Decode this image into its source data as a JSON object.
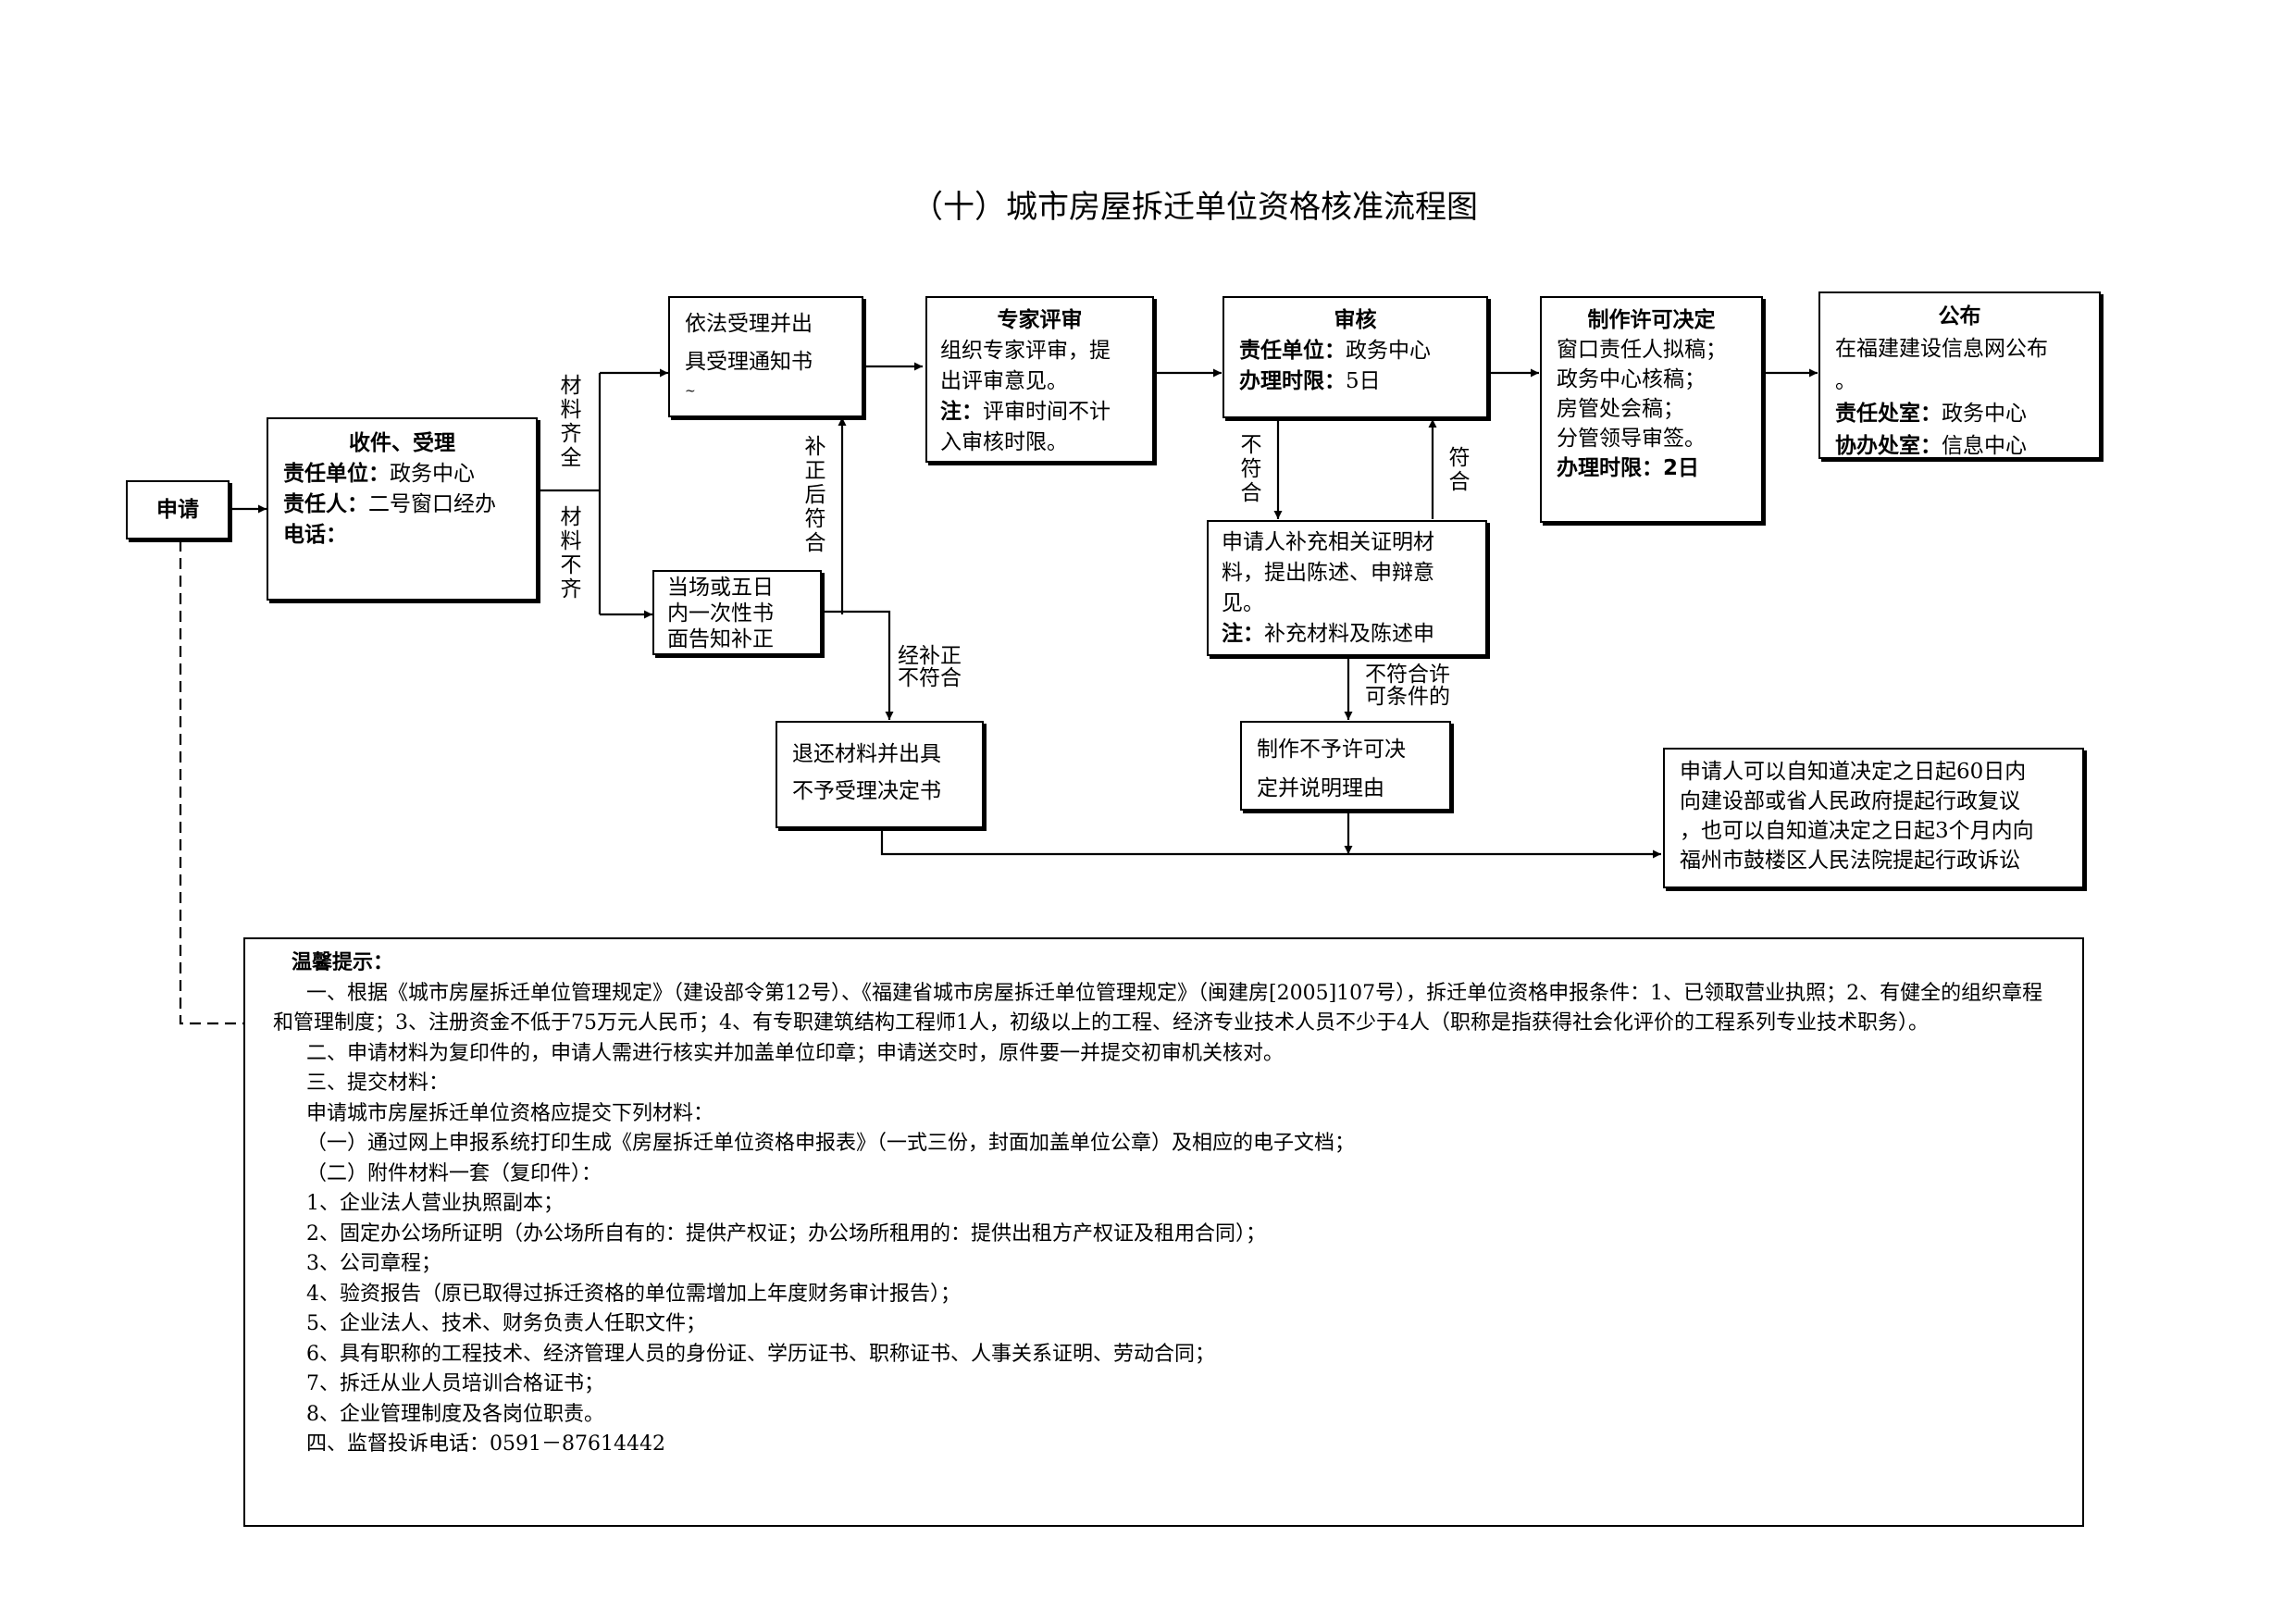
{
  "title": "（十）城市房屋拆迁单位资格核准流程图",
  "nodes": {
    "apply": "申请",
    "receive": {
      "head": "收件、受理",
      "unit_label": "责任单位：",
      "unit": "政务中心",
      "person_label": "责任人：",
      "person": "二号窗口经办",
      "phone_label": "电话：",
      "phone": ""
    },
    "accept": {
      "l1": "依法受理并出",
      "l2": "具受理通知书",
      "l3": "~"
    },
    "supplement": {
      "l1": "当场或五日",
      "l2": "内一次性书",
      "l3": "面告知补正"
    },
    "reject": {
      "l1": "退还材料并出具",
      "l2": "不予受理决定书"
    },
    "expert": {
      "head": "专家评审",
      "l1": "组织专家评审，提",
      "l2": "出评审意见。",
      "note_label": "注：",
      "note1": "评审时间不计",
      "note2": "入审核时限。"
    },
    "review": {
      "head": "审核",
      "unit_label": "责任单位：",
      "unit": "政务中心",
      "time_label": "办理时限：",
      "time": "5日"
    },
    "appeal": {
      "l1": "申请人补充相关证明材",
      "l2": "料，提出陈述、申辩意",
      "l3": "见。",
      "note_label": "注：",
      "note": "补充材料及陈述申"
    },
    "deny": {
      "l1": "制作不予许可决",
      "l2": "定并说明理由"
    },
    "decision": {
      "head": "制作许可决定",
      "l1": "窗口责任人拟稿；",
      "l2": "政务中心核稿；",
      "l3": "房管处会稿；",
      "l4": "分管领导审签。",
      "time_label": "办理时限：",
      "time": "2日"
    },
    "publish": {
      "head": "公布",
      "l1": "在福建建设信息网公布",
      "l2": "。",
      "office_label": "责任处室：",
      "office": "政务中心",
      "assist_label": "协办处室：",
      "assist": "信息中心"
    },
    "remedy": {
      "l1": "申请人可以自知道决定之日起60日内",
      "l2": "向建设部或省人民政府提起行政复议",
      "l3": "，也可以自知道决定之日起3个月内向",
      "l4": "福州市鼓楼区人民法院提起行政诉讼"
    }
  },
  "edge_labels": {
    "complete": "材料齐全",
    "incomplete": "材料不齐",
    "corrected_ok": "补正后符合",
    "corrected_fail_1": "经补正",
    "corrected_fail_2": "不符合",
    "not_ok": "不符合",
    "ok": "符合",
    "not_meet_1": "不符合许",
    "not_meet_2": "可条件的"
  },
  "notes": {
    "title": "温馨提示：",
    "p1": "一、根据《城市房屋拆迁单位管理规定》（建设部令第12号）、《福建省城市房屋拆迁单位管理规定》（闽建房[2005]107号），拆迁单位资格申报条件：1、已领取营业执照；2、有健全的组织章程和管理制度；3、注册资金不低于75万元人民币；4、有专职建筑结构工程师1人，初级以上的工程、经济专业技术人员不少于4人（职称是指获得社会化评价的工程系列专业技术职务）。",
    "p2": "二、申请材料为复印件的，申请人需进行核实并加盖单位印章；申请送交时，原件要一并提交初审机关核对。",
    "p3": "三、提交材料：",
    "p4": "申请城市房屋拆迁单位资格应提交下列材料：",
    "p5": "（一）通过网上申报系统打印生成《房屋拆迁单位资格申报表》（一式三份，封面加盖单位公章）及相应的电子文档；",
    "p6": "（二）附件材料一套（复印件）：",
    "i1": "1、企业法人营业执照副本；",
    "i2": "2、固定办公场所证明（办公场所自有的：提供产权证；办公场所租用的：提供出租方产权证及租用合同）；",
    "i3": "3、公司章程；",
    "i4": "4、验资报告（原已取得过拆迁资格的单位需增加上年度财务审计报告）；",
    "i5": "5、企业法人、技术、财务负责人任职文件；",
    "i6": "6、具有职称的工程技术、经济管理人员的身份证、学历证书、职称证书、人事关系证明、劳动合同；",
    "i7": "7、拆迁从业人员培训合格证书；",
    "i8": "8、企业管理制度及各岗位职责。",
    "p7": "四、监督投诉电话：0591－87614442"
  }
}
